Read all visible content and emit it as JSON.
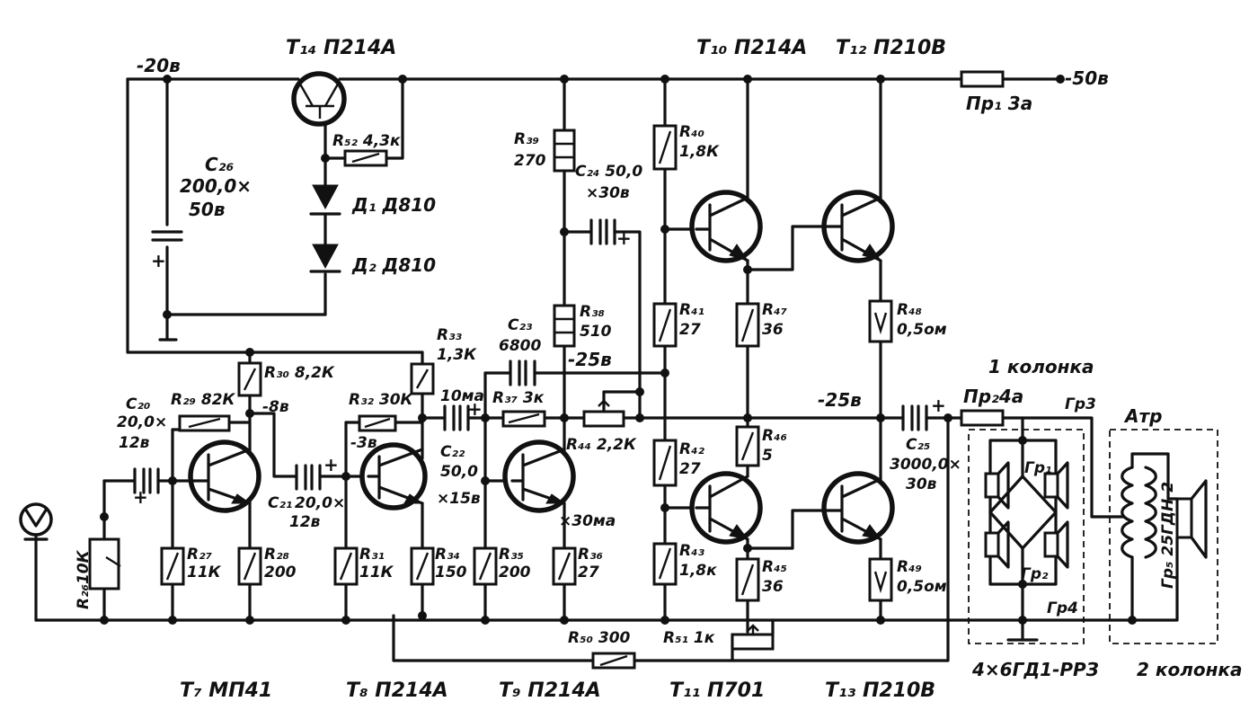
{
  "supply": {
    "v_minus20": "-20в",
    "v_minus50": "-50в",
    "v_minus25_top": "-25в",
    "v_minus25_right": "-25в",
    "fuse1": "Пр₁ 3а",
    "fuse2": "Пр₂4а"
  },
  "transistors": [
    {
      "ref": "T₁₄ П214А"
    },
    {
      "ref": "T₁₀ П214А"
    },
    {
      "ref": "T₁₂ П210В"
    },
    {
      "ref": "T₇ МП41"
    },
    {
      "ref": "T₈ П214А"
    },
    {
      "ref": "T₉ П214А"
    },
    {
      "ref": "T₁₁ П701"
    },
    {
      "ref": "T₁₃ П210В"
    }
  ],
  "resistors": {
    "R26": "R₂₆10К",
    "R27a": "R₂₇",
    "R27b": "11К",
    "R28a": "R₂₈",
    "R28b": "200",
    "R29": "R₂₉ 82К",
    "R30": "R₃₀ 8,2К",
    "R31a": "R₃₁",
    "R31b": "11К",
    "R32": "R₃₂ 30К",
    "R33a": "R₃₃",
    "R33b": "1,3К",
    "R34a": "R₃₄",
    "R34b": "150",
    "R35a": "R₃₅",
    "R35b": "200",
    "R36a": "R₃₆",
    "R36b": "27",
    "R37": "R₃₇ 3к",
    "R38a": "R₃₈",
    "R38b": "510",
    "R39a": "R₃₉",
    "R39b": "270",
    "R40a": "R₄₀",
    "R40b": "1,8К",
    "R41a": "R₄₁",
    "R41b": "27",
    "R42a": "R₄₂",
    "R42b": "27",
    "R43a": "R₄₃",
    "R43b": "1,8к",
    "R44": "R₄₄ 2,2К",
    "R45a": "R₄₅",
    "R45b": "36",
    "R46a": "R₄₆",
    "R46b": "5",
    "R47a": "R₄₇",
    "R47b": "36",
    "R48a": "R₄₈",
    "R48b": "0,5ом",
    "R49a": "R₄₉",
    "R49b": "0,5ом",
    "R50": "R₅₀ 300",
    "R51": "R₅₁ 1к",
    "R52": "R₅₂ 4,3к"
  },
  "capacitors": {
    "C20a": "C₂₀",
    "C20b": "20,0×",
    "C20c": "12в",
    "C21a": "C₂₁",
    "C21b": "20,0×",
    "C21c": "12в",
    "C22a": "C₂₂",
    "C22b": "50,0",
    "C22c": "×15в",
    "C23a": "C₂₃",
    "C23b": "6800",
    "C24a": "C₂₄ 50,0",
    "C24b": "×30в",
    "C25a": "C₂₅",
    "C25b": "3000,0×",
    "C25c": "30в",
    "C26a": "C₂₆",
    "C26b": "200,0×",
    "C26c": "50в"
  },
  "diodes": {
    "D1": "Д₁ Д810",
    "D2": "Д₂ Д810"
  },
  "annotations": {
    "v8": "-8в",
    "v3": "-3в",
    "i10": "10ма",
    "i30": "×30ма"
  },
  "output": {
    "col1": "1 колонка",
    "col2": "2 колонка",
    "speakers": "4×6ГД1-РРЗ",
    "atr": "Атр",
    "gr1": "Гр₁",
    "gr2": "Гр₂",
    "gr3": "Гр3",
    "gr4": "Гр4",
    "gr5": "Гр₅ 25ГДН-2"
  }
}
